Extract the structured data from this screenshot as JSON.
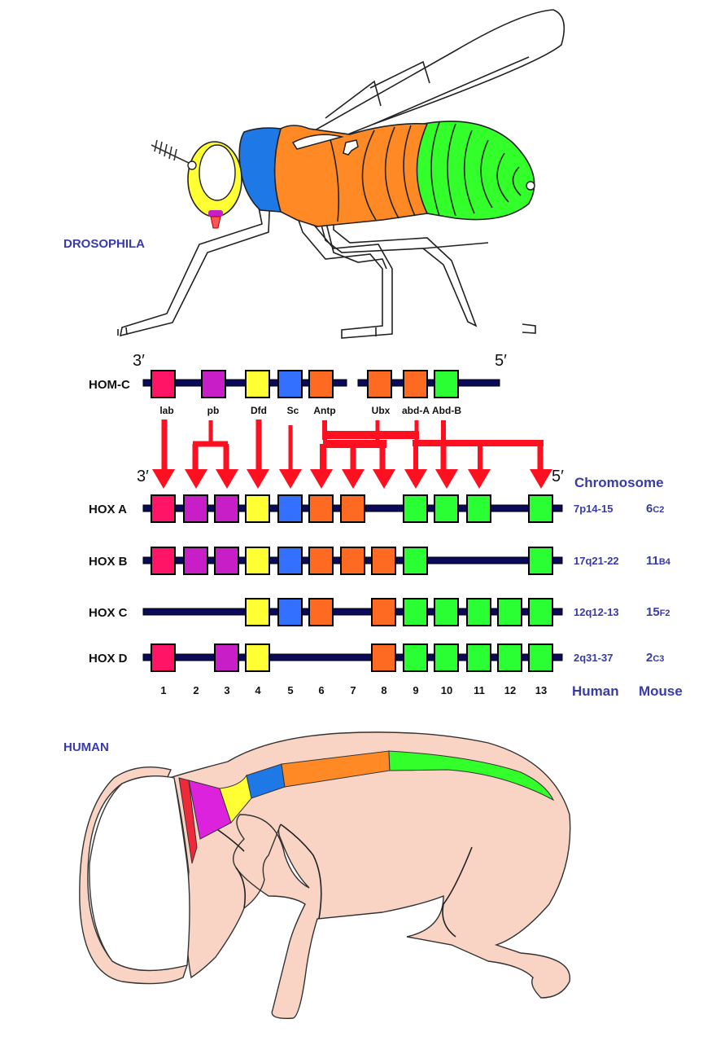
{
  "drosophila_label": "DROSOPHILA",
  "human_label": "HUMAN",
  "colors": {
    "lab": "#ff1466",
    "pb": "#c81ec8",
    "Dfd": "#ffff33",
    "Sc": "#3370ff",
    "Antp": "#ff6a22",
    "Ubx": "#ff6a22",
    "abd-A": "#ff6a22",
    "Abd-B": "#2aff33",
    "arrow": "#ff1020",
    "chromosome_line": "#0a0a5a",
    "text_blue": "#3a3aa8",
    "fly_blue": "#1e78e6",
    "fly_orange": "#ff8a25",
    "fly_green": "#33ff2a",
    "fly_yellow": "#ffff33",
    "skin": "#f9d4c4"
  },
  "homc": {
    "label": "HOM-C",
    "prime_left": "3′",
    "prime_right": "5′",
    "genes": [
      {
        "name": "lab",
        "group": "lab"
      },
      {
        "name": "pb",
        "group": "pb"
      },
      {
        "name": "Dfd",
        "group": "Dfd"
      },
      {
        "name": "Sc",
        "group": "Sc"
      },
      {
        "name": "Antp",
        "group": "Antp"
      },
      {
        "name": "Ubx",
        "group": "Ubx"
      },
      {
        "name": "abd-A",
        "group": "abd-A"
      },
      {
        "name": "Abd-B",
        "group": "Abd-B"
      }
    ]
  },
  "hox": {
    "prime_left": "3′",
    "prime_right": "5′",
    "chromosome_header": "Chromosome",
    "paralog_numbers": [
      "1",
      "2",
      "3",
      "4",
      "5",
      "6",
      "7",
      "8",
      "9",
      "10",
      "11",
      "12",
      "13"
    ],
    "footer_human": "Human",
    "footer_mouse": "Mouse",
    "clusters": [
      {
        "label": "HOX A",
        "present": [
          1,
          2,
          3,
          4,
          5,
          6,
          7,
          9,
          10,
          11,
          13
        ],
        "human": "7p14-15",
        "mouse_main": "6",
        "mouse_sub": "C2"
      },
      {
        "label": "HOX B",
        "present": [
          1,
          2,
          3,
          4,
          5,
          6,
          7,
          8,
          9,
          13
        ],
        "human": "17q21-22",
        "mouse_main": "11",
        "mouse_sub": "B4"
      },
      {
        "label": "HOX C",
        "present": [
          4,
          5,
          6,
          8,
          9,
          10,
          11,
          12,
          13
        ],
        "human": "12q12-13",
        "mouse_main": "15",
        "mouse_sub": "F2"
      },
      {
        "label": "HOX D",
        "present": [
          1,
          3,
          4,
          8,
          9,
          10,
          11,
          12,
          13
        ],
        "human": "2q31-37",
        "mouse_main": "2",
        "mouse_sub": "C3"
      }
    ],
    "paralog_colors": [
      "lab",
      "pb",
      "pb",
      "Dfd",
      "Sc",
      "Antp",
      "Antp",
      "Antp",
      "Abd-B",
      "Abd-B",
      "Abd-B",
      "Abd-B",
      "Abd-B"
    ]
  },
  "homology_arrows": [
    {
      "from": "lab",
      "to": [
        1
      ]
    },
    {
      "from": "pb",
      "to": [
        2,
        3
      ]
    },
    {
      "from": "Dfd",
      "to": [
        4
      ]
    },
    {
      "from": "Sc",
      "to": [
        5
      ]
    },
    {
      "from": "Antp/Ubx/abd-A",
      "to": [
        6,
        7,
        8
      ]
    },
    {
      "from": "abd-A/Abd-B",
      "to": [
        9,
        10,
        11,
        13
      ]
    }
  ]
}
